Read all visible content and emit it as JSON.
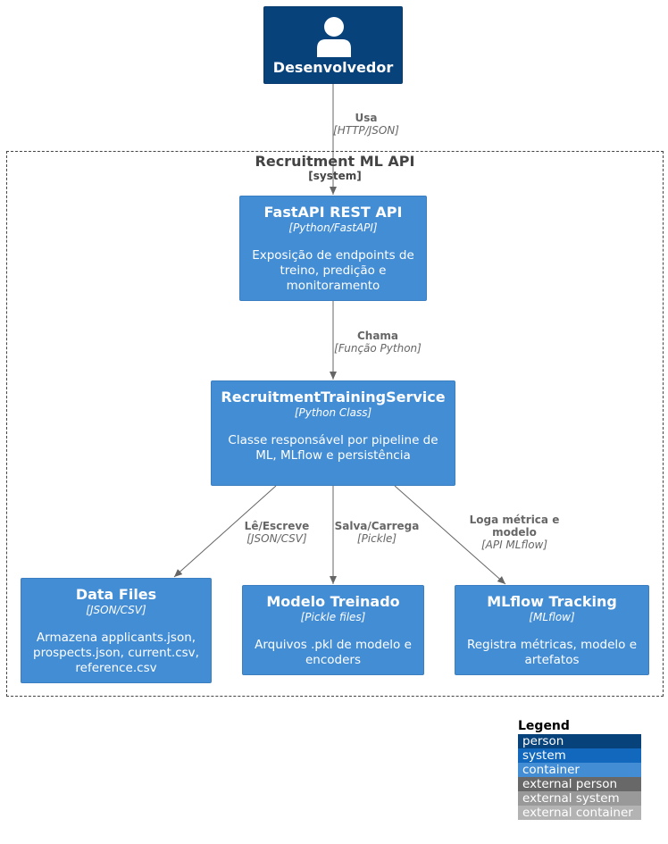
{
  "person": {
    "name": "Desenvolvedor",
    "icon": "person-icon",
    "color": "#08427b"
  },
  "system_boundary": {
    "title": "Recruitment ML API",
    "type": "[system]"
  },
  "containers": {
    "api": {
      "name": "FastAPI REST API",
      "tech": "[Python/FastAPI]",
      "description": "Exposição de endpoints de treino, predição e monitoramento"
    },
    "service": {
      "name": "RecruitmentTrainingService",
      "tech": "[Python Class]",
      "description": "Classe responsável por pipeline de ML, MLflow e persistência"
    },
    "data_files": {
      "name": "Data Files",
      "tech": "[JSON/CSV]",
      "description": "Armazena applicants.json, prospects.json, current.csv, reference.csv"
    },
    "model": {
      "name": "Modelo Treinado",
      "tech": "[Pickle files]",
      "description": "Arquivos .pkl de modelo e encoders"
    },
    "mlflow": {
      "name": "MLflow Tracking",
      "tech": "[MLflow]",
      "description": "Registra métricas, modelo e artefatos"
    }
  },
  "relationships": {
    "uses": {
      "label": "Usa",
      "tech": "[HTTP/JSON]"
    },
    "calls": {
      "label": "Chama",
      "tech": "[Função Python]"
    },
    "reads_writes": {
      "label": "Lê/Escreve",
      "tech": "[JSON/CSV]"
    },
    "saves_loads": {
      "label": "Salva/Carrega",
      "tech": "[Pickle]"
    },
    "logs": {
      "label": "Loga métrica e modelo",
      "tech": "[API MLflow]"
    }
  },
  "legend": {
    "title": "Legend",
    "items": [
      {
        "label": "person",
        "color": "#08427b"
      },
      {
        "label": "system",
        "color": "#1168bd"
      },
      {
        "label": "container",
        "color": "#438dd5"
      },
      {
        "label": "external person",
        "color": "#686868"
      },
      {
        "label": "external system",
        "color": "#999999"
      },
      {
        "label": "external container",
        "color": "#b3b3b3"
      }
    ]
  },
  "colors": {
    "person": "#08427b",
    "container": "#438dd5",
    "edge": "#666666",
    "boundary": "#444444"
  }
}
